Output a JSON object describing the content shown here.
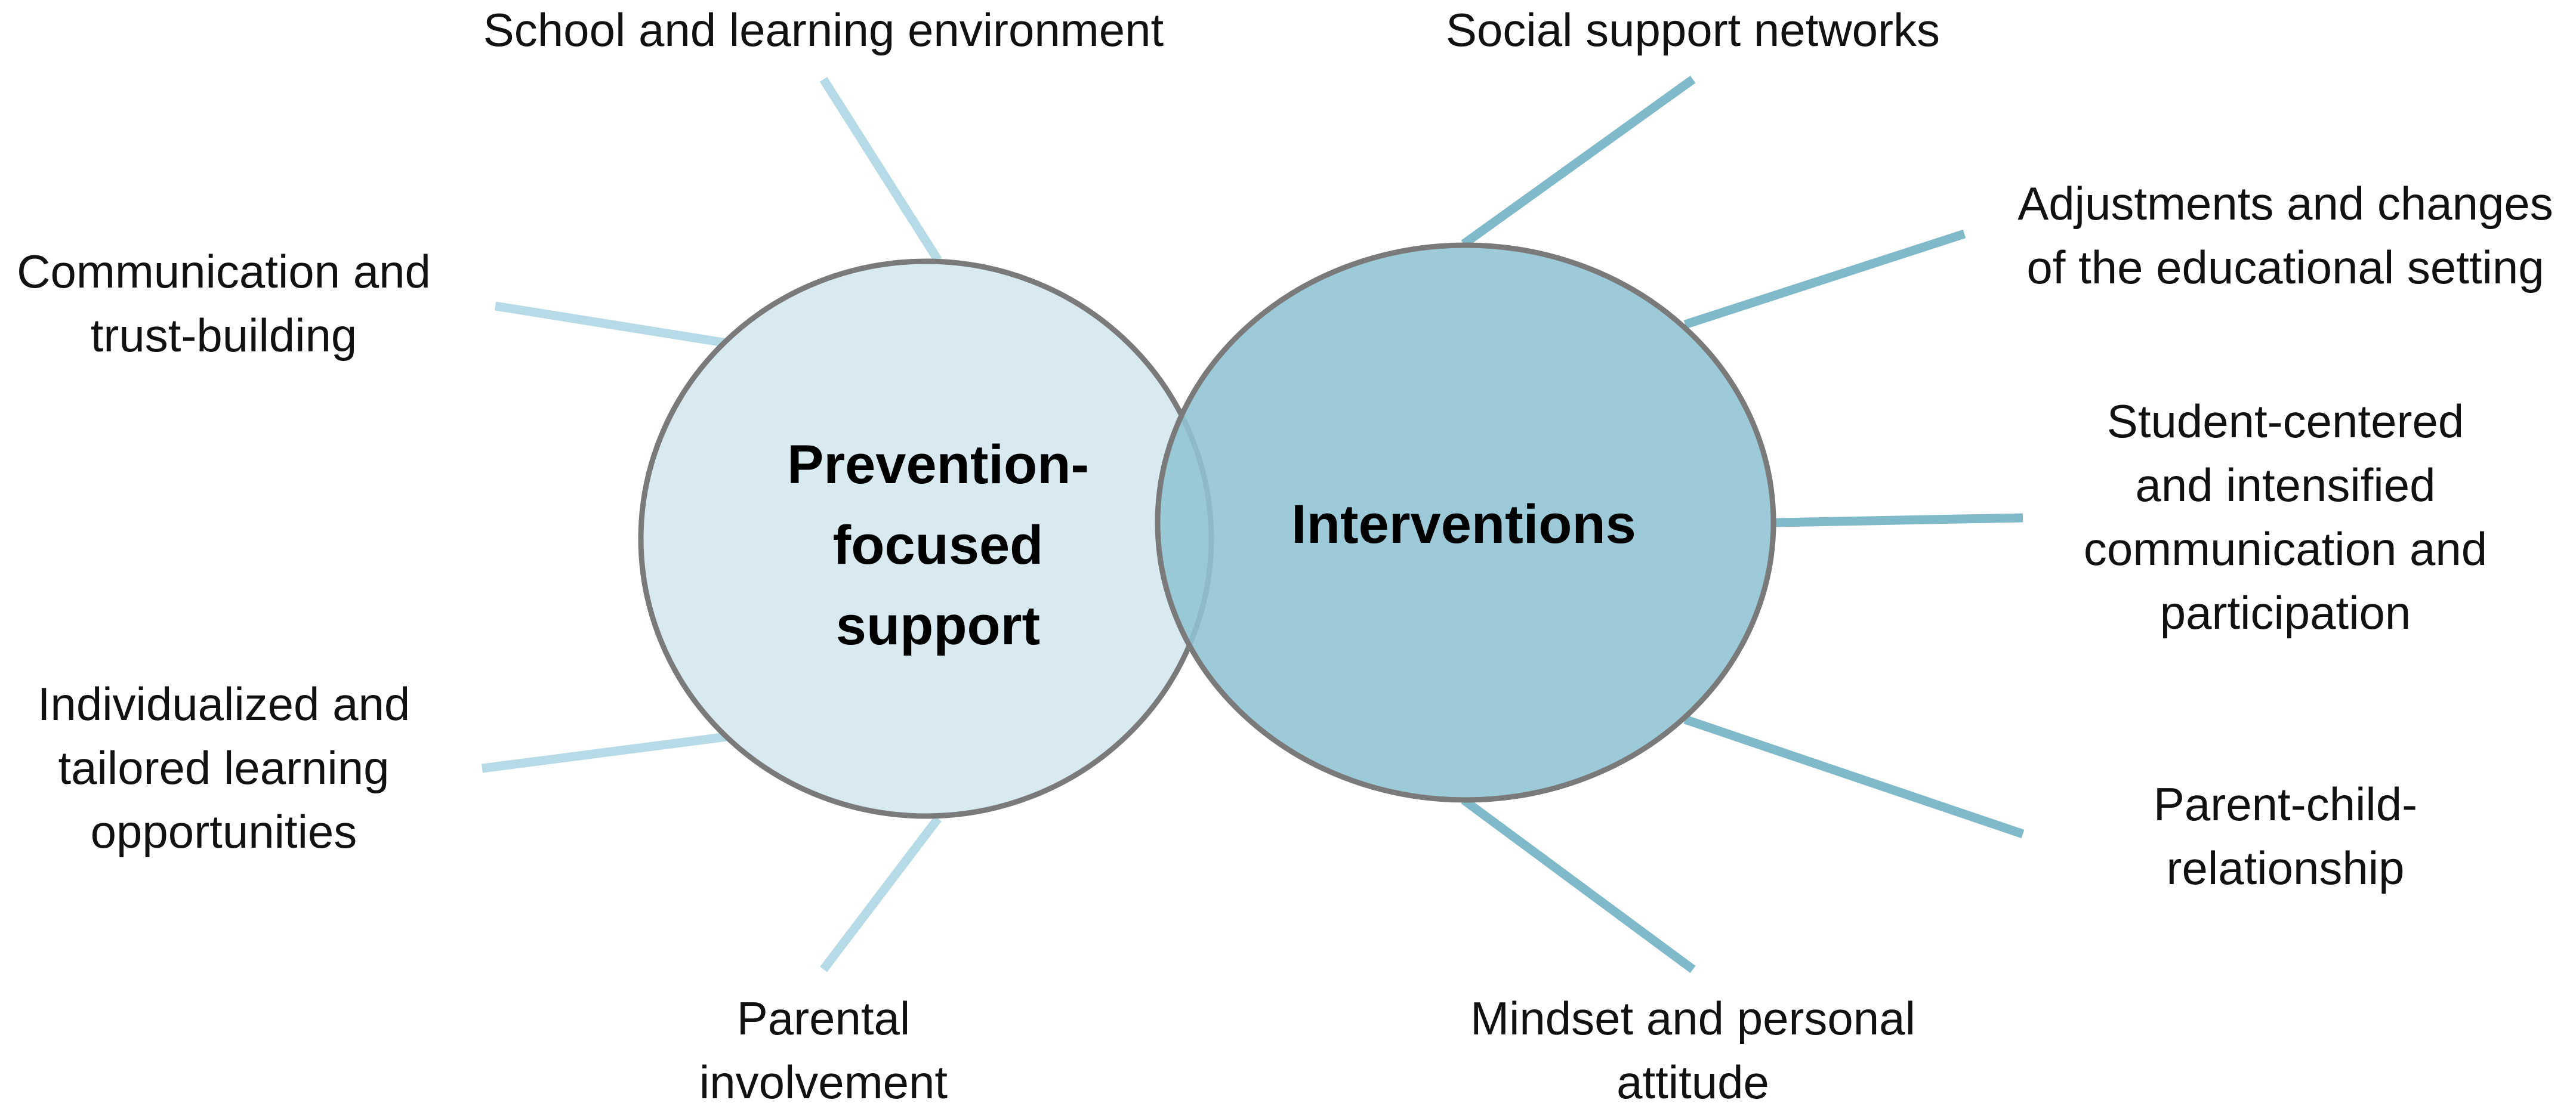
{
  "colors": {
    "left_circle_fill": "#d8e9f0",
    "right_circle_fill": "#8fc3d3",
    "circle_stroke": "#7a7a7a",
    "left_spoke": "#b6dbe6",
    "right_spoke": "#7fb9ca"
  },
  "left_circle": {
    "title_lines": [
      "Prevention-",
      "focused",
      "support"
    ]
  },
  "right_circle": {
    "title_lines": [
      "Interventions"
    ]
  },
  "left_spokes": [
    {
      "id": "school",
      "lines": [
        "School and learning environment"
      ]
    },
    {
      "id": "communication",
      "lines": [
        "Communication and",
        "trust-building"
      ]
    },
    {
      "id": "individualized",
      "lines": [
        "Individualized and",
        "tailored learning",
        "opportunities"
      ]
    },
    {
      "id": "parental",
      "lines": [
        "Parental",
        "involvement"
      ]
    }
  ],
  "right_spokes": [
    {
      "id": "social",
      "lines": [
        "Social support networks"
      ]
    },
    {
      "id": "adjustments",
      "lines": [
        "Adjustments and changes",
        "of the educational setting"
      ]
    },
    {
      "id": "student",
      "lines": [
        "Student-centered",
        "and intensified",
        "communication and",
        "participation"
      ]
    },
    {
      "id": "parent-child",
      "lines": [
        "Parent-child-",
        "relationship"
      ]
    },
    {
      "id": "mindset",
      "lines": [
        "Mindset and personal",
        "attitude"
      ]
    }
  ]
}
